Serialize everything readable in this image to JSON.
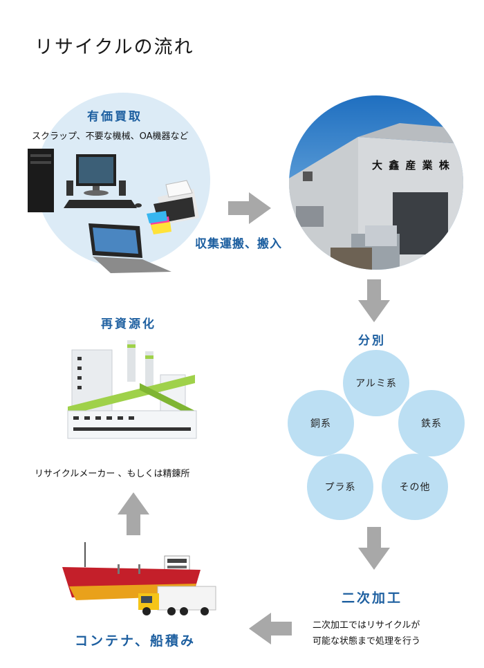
{
  "title": "リサイクルの流れ",
  "purchase": {
    "heading": "有価買取",
    "subtext": "スクラップ、不要な機械、OA機器など"
  },
  "transport_label": "収集運搬、搬入",
  "factory_sign": "大 鑫 産 業 株",
  "sorting": {
    "heading": "分別",
    "items": [
      "アルミ系",
      "銅系",
      "鉄系",
      "プラ系",
      "その他"
    ]
  },
  "secondary": {
    "heading": "二次加工",
    "desc_line1": "二次加工ではリサイクルが",
    "desc_line2": "可能な状態まで処理を行う"
  },
  "shipping_label": "コンテナ、船積み",
  "recycle": {
    "heading": "再資源化",
    "caption": "リサイクルメーカー 、もしくは精錬所"
  },
  "colors": {
    "accent_blue": "#1d5fa0",
    "arrow_gray": "#a8a8a8",
    "bubble_blue": "#bcdff3",
    "factory_green": "#9fd14a"
  }
}
